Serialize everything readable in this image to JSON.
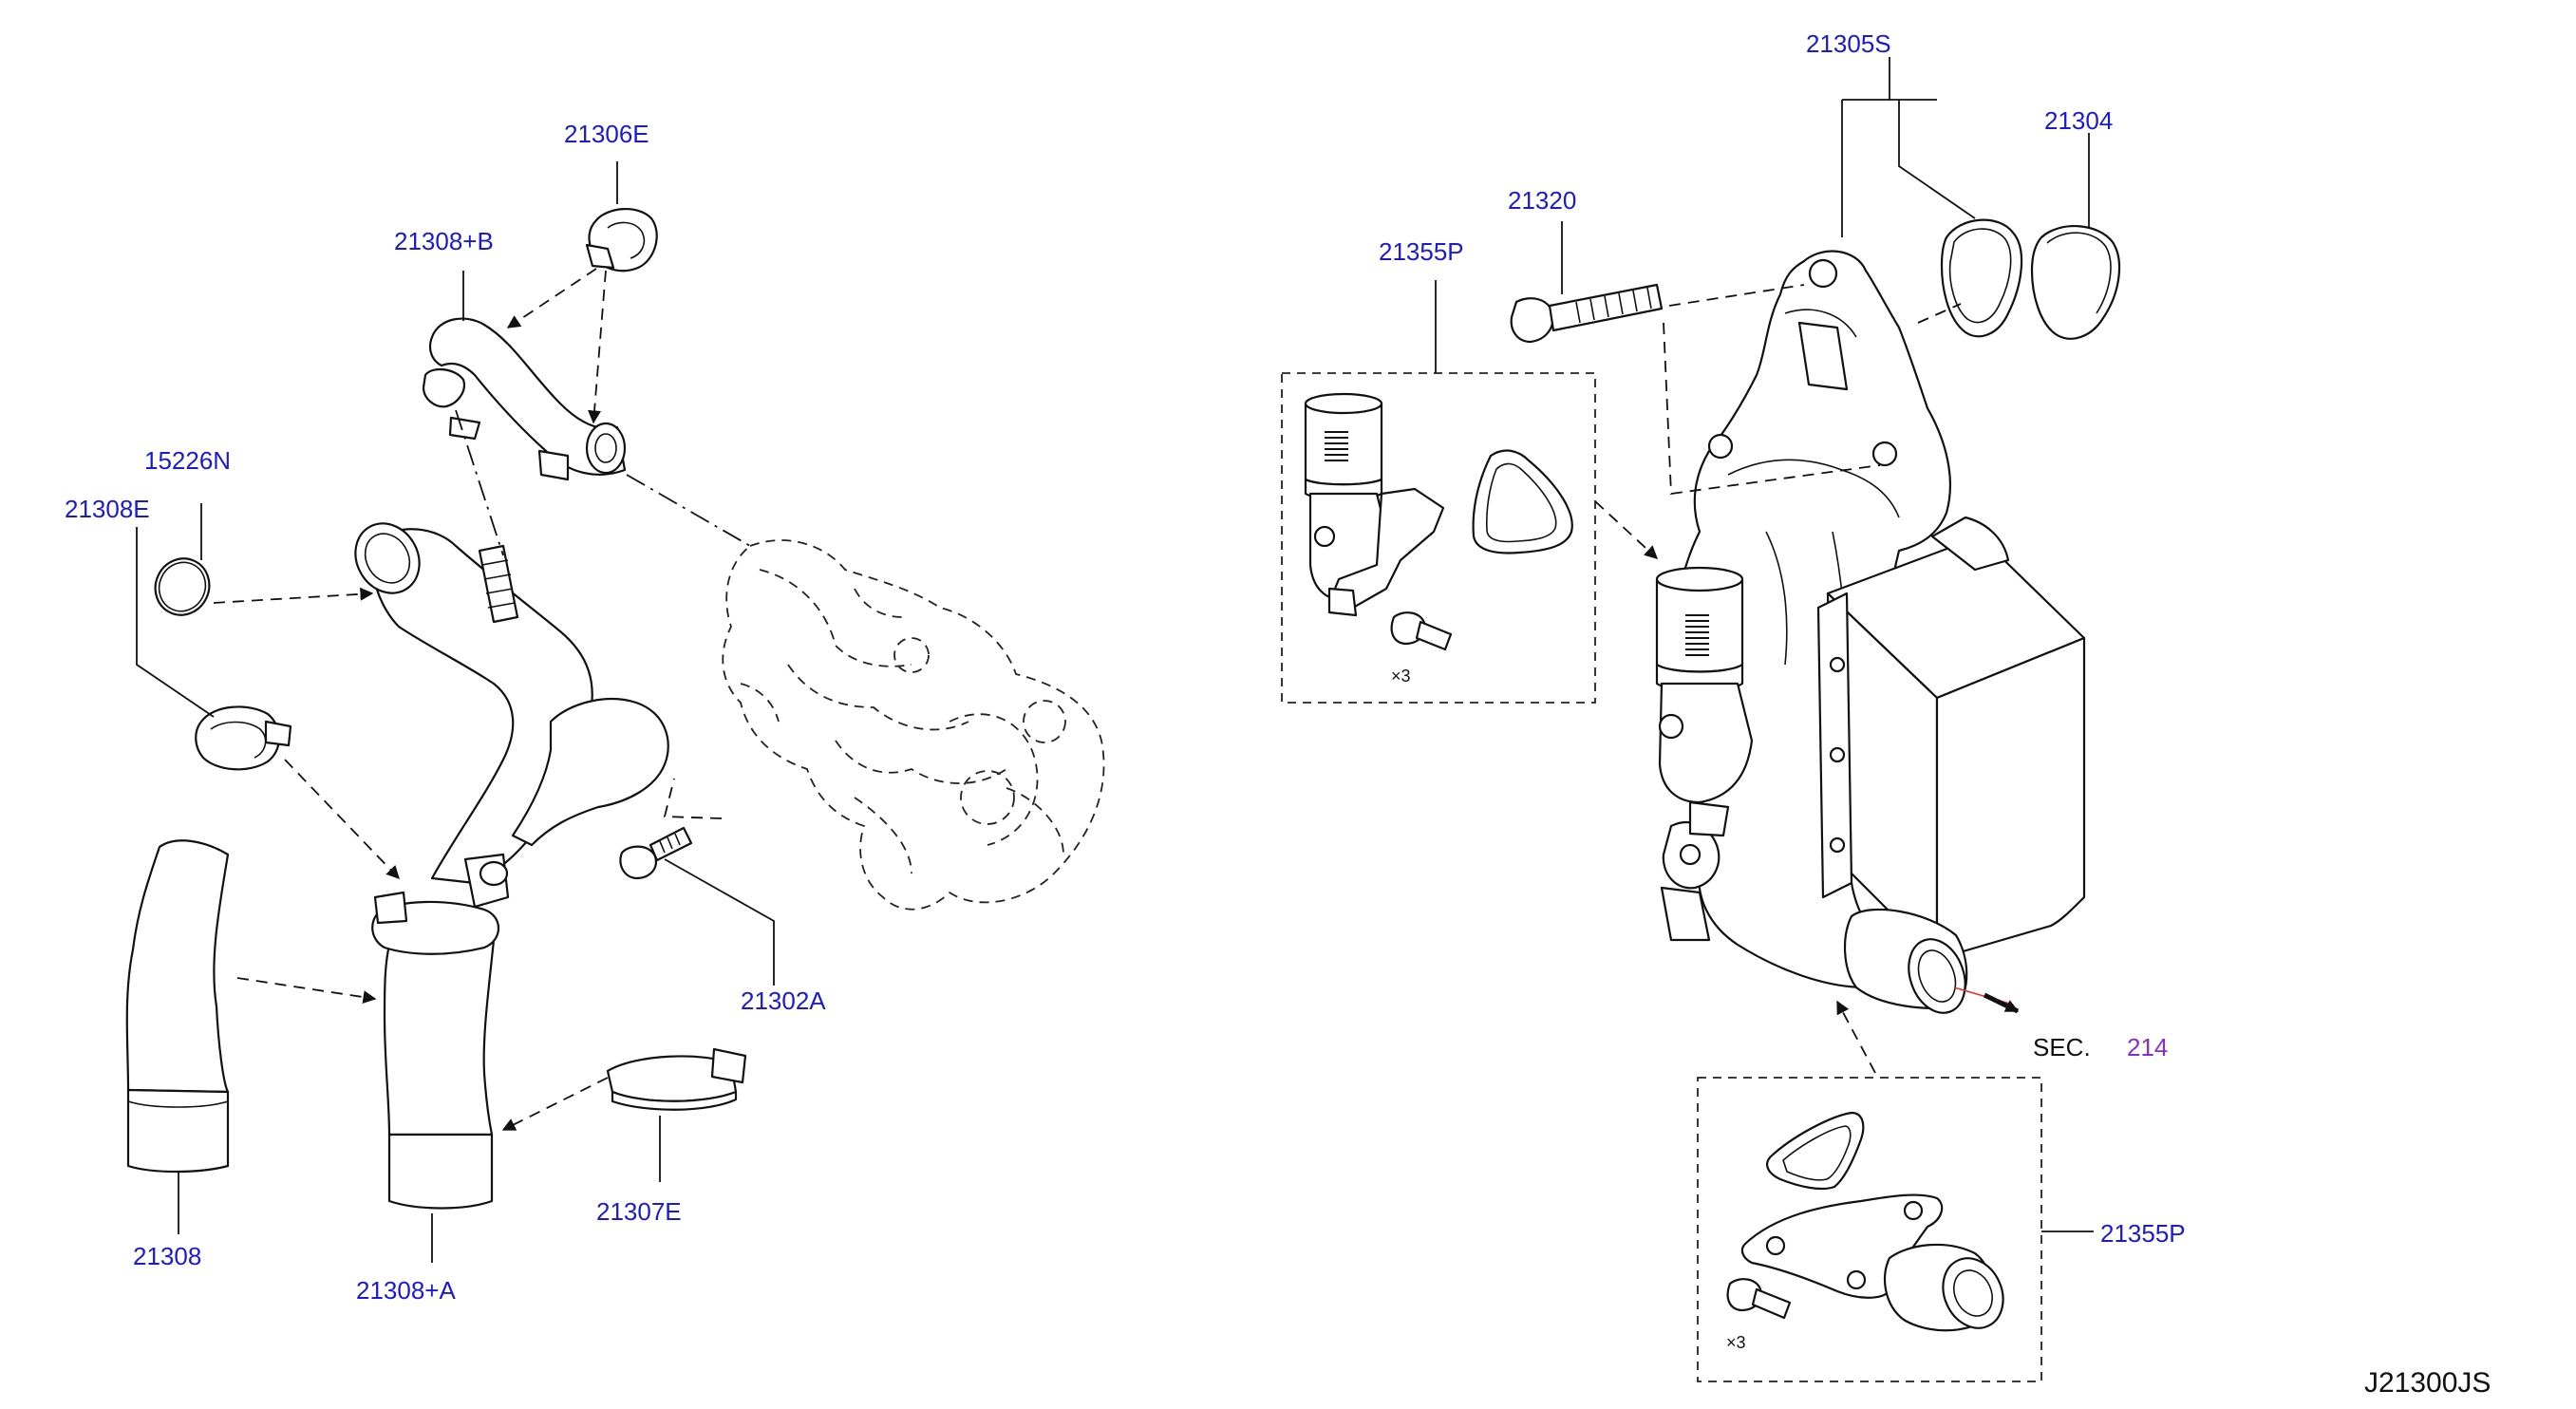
{
  "colors": {
    "label": "#1a1ad6",
    "sec_ref": "#8b2ec9",
    "line": "#111111",
    "background": "#ffffff",
    "cut_mark": "#e0302a"
  },
  "parts": {
    "p21306E": "21306E",
    "p21308B": "21308+B",
    "p15226N": "15226N",
    "p21308E": "21308E",
    "p21302A": "21302A",
    "p21307E": "21307E",
    "p21308": "21308",
    "p21308A": "21308+A",
    "p21305S": "21305S",
    "p21304": "21304",
    "p21320": "21320",
    "p21355P_upper": "21355P",
    "p21355P_lower": "21355P"
  },
  "annotations": {
    "qty_upper": "×3",
    "qty_lower": "×3",
    "sec_prefix": "SEC.",
    "sec_number": "214"
  },
  "diagram_code": "J21300JS"
}
